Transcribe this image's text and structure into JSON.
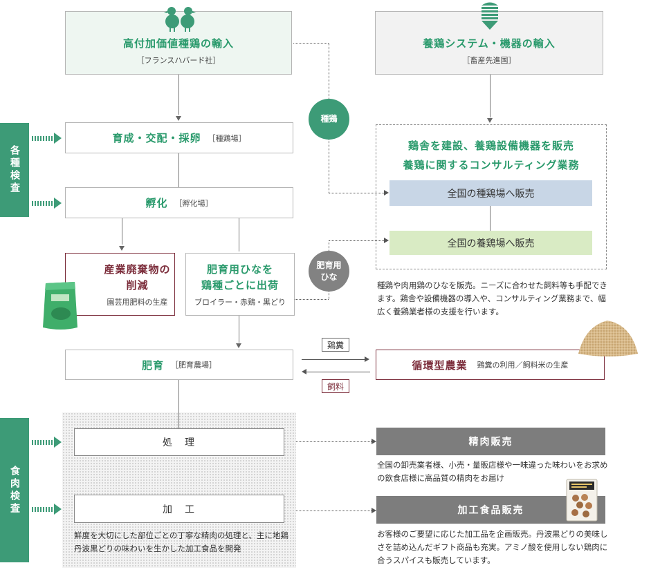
{
  "nodes": {
    "import_chicks": {
      "title": "高付加価値種鶏の輸入",
      "sub": "［フランスハバード社］"
    },
    "import_systems": {
      "title": "養鶏システム・機器の輸入",
      "sub": "［畜産先進国］"
    },
    "breeding": {
      "title": "育成・交配・採卵",
      "sub": "［種鶏場］"
    },
    "hatching": {
      "title": "孵化",
      "sub": "［孵化場］"
    },
    "waste": {
      "title_line1": "産業廃棄物の",
      "title_line2": "削減",
      "sub": "園芸用肥料の生産"
    },
    "broiler_chicks": {
      "title_line1": "肥育用ひなを",
      "title_line2": "鶏種ごとに出荷",
      "sub": "ブロイラー・赤鶏・黒どり"
    },
    "fattening": {
      "title": "肥育",
      "sub": "［肥育農場］"
    },
    "circular": {
      "title": "循環型農業",
      "sub": "鶏糞の利用／飼料米の生産"
    },
    "processing": {
      "title": "処　理"
    },
    "manufacturing": {
      "title": "加　工"
    },
    "consult": {
      "line1": "鶏舎を建設、養鶏設備機器を販売",
      "line2": "養鶏に関するコンサルティング業務"
    },
    "sale_breeder": {
      "title": "全国の種鶏場へ販売"
    },
    "sale_farm": {
      "title": "全国の養鶏場へ販売"
    },
    "meat_sales": {
      "title": "精肉販売"
    },
    "processed_sales": {
      "title": "加工食品販売"
    }
  },
  "labels": {
    "seed_chicken": "種鶏",
    "broiler_chick_line1": "肥育用",
    "broiler_chick_line2": "ひな",
    "manure": "鶏糞",
    "feed": "飼料",
    "inspection_various": "各種検査",
    "inspection_meat": "食肉検査"
  },
  "descriptions": {
    "consult": "種鶏や肉用鶏のひなを販売。ニーズに合わせた飼料等も手配できます。鶏舎や設備機器の導入や、コンサルティング業務まで、幅広く養鶏業者様の支援を行います。",
    "meat": "全国の卸売業者様、小売・量販店様や一味違った味わいをお求めの飲食店様に高品質の精肉をお届け",
    "processed": "お客様のご要望に応じた加工品を企画販売。丹波黒どりの美味しさを詰め込んだギフト商品も充実。アミノ酸を使用しない鶏肉に合うスパイスも販売しています。",
    "processing": "鮮度を大切にした部位ごとの丁寧な精肉の処理と、主に地鶏　丹波黒どりの味わいを生かした加工食品を開発"
  },
  "colors": {
    "green": "#2a9a6c",
    "band": "#3d9b77",
    "maroon": "#7b2c3a",
    "sale_gray": "#7d7d7d",
    "breeder_blue": "#c8d6e6",
    "farm_green": "#d9ebc4",
    "circle_gray": "#828282"
  },
  "icons": {
    "chicks": "chicks-icon",
    "silo": "silo-icon",
    "fertilizer": "fertilizer-bag-image",
    "feed": "feed-pile-image",
    "product": "packaged-chicken-image"
  }
}
